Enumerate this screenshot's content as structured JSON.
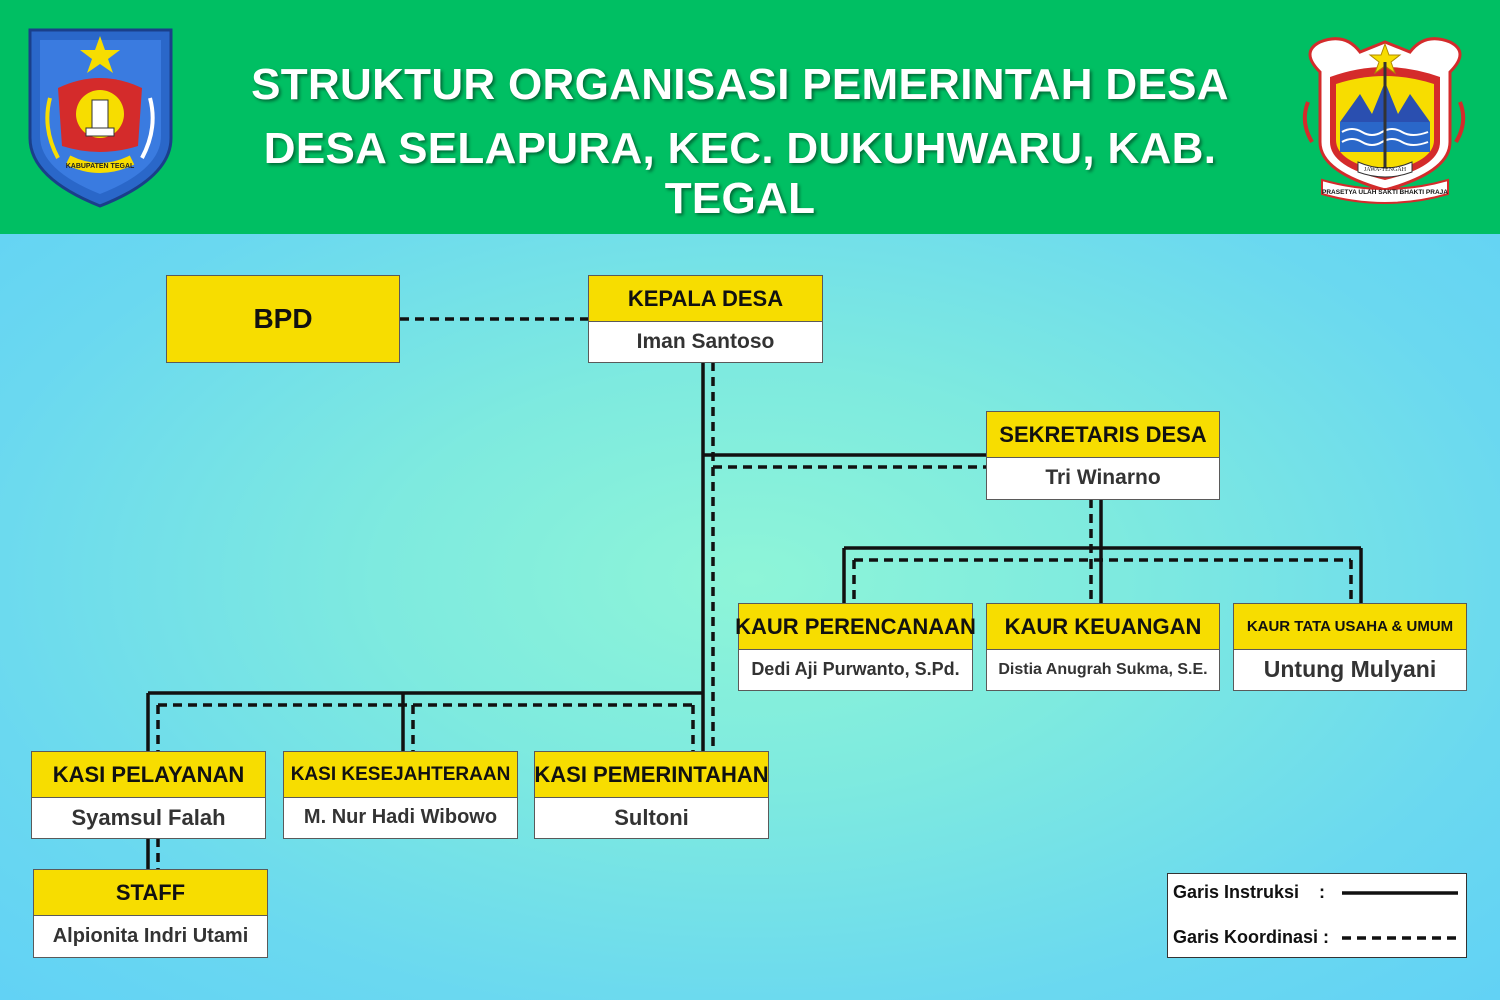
{
  "header": {
    "title_line1": "STRUKTUR ORGANISASI PEMERINTAH DESA",
    "title_line2": "DESA SELAPURA, KEC. DUKUHWARU, KAB. TEGAL",
    "left_logo_text": "KABUPATEN TEGAL",
    "right_logo_banner": "JAWA-TENGAH",
    "right_logo_motto": "PRASETYA ULAH SAKTI BHAKTI PRAJA"
  },
  "bpd": {
    "label": "BPD"
  },
  "kepala_desa": {
    "title": "KEPALA DESA",
    "name": "Iman Santoso"
  },
  "sekretaris": {
    "title": "SEKRETARIS DESA",
    "name": "Tri Winarno"
  },
  "kaur": [
    {
      "title": "KAUR PERENCANAAN",
      "name": "Dedi Aji Purwanto, S.Pd."
    },
    {
      "title": "KAUR KEUANGAN",
      "name": "Distia Anugrah Sukma, S.E."
    },
    {
      "title": "KAUR TATA USAHA & UMUM",
      "name": "Untung Mulyani"
    }
  ],
  "kasi": [
    {
      "title": "KASI PELAYANAN",
      "name": "Syamsul Falah"
    },
    {
      "title": "KASI KESEJAHTERAAN",
      "name": "M. Nur Hadi Wibowo"
    },
    {
      "title": "KASI PEMERINTAHAN",
      "name": "Sultoni"
    }
  ],
  "staff": {
    "title": "STAFF",
    "name": "Alpionita Indri Utami"
  },
  "legend": {
    "instruksi": "Garis Instruksi    :",
    "koordinasi": "Garis Koordinasi :"
  },
  "colors": {
    "header_bg": "#00bf63",
    "box_header": "#f7dd00",
    "line": "#111111"
  }
}
